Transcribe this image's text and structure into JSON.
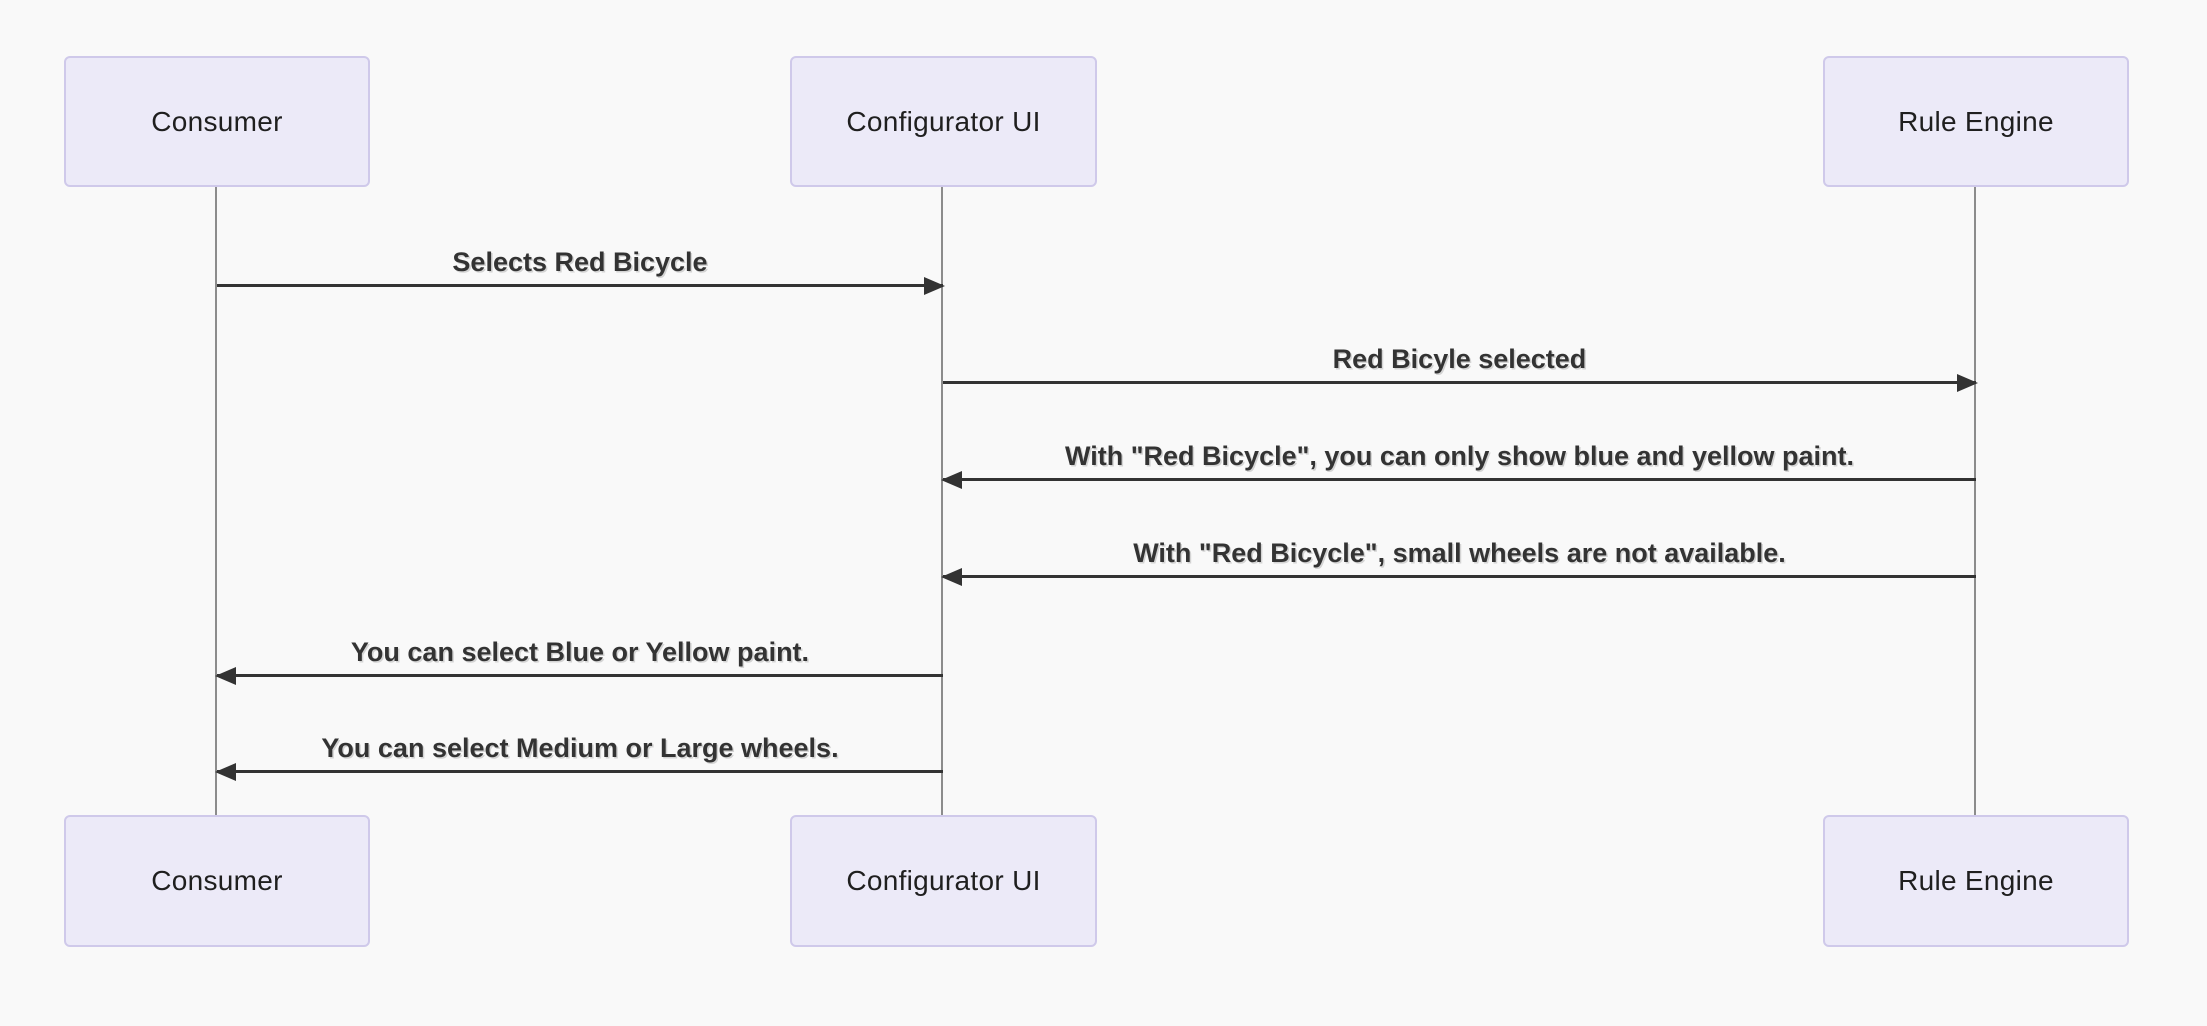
{
  "diagram": {
    "type": "sequence-diagram",
    "colors": {
      "background": "#f9f9f9",
      "actor_fill": "#eceaf8",
      "actor_border": "#cfc9ea",
      "message": "#333333",
      "lifeline": "#8c8c8c"
    },
    "actors": [
      {
        "id": "consumer",
        "label": "Consumer"
      },
      {
        "id": "configurator-ui",
        "label": "Configurator UI"
      },
      {
        "id": "rule-engine",
        "label": "Rule Engine"
      }
    ],
    "messages": [
      {
        "from": "Consumer",
        "to": "Configurator UI",
        "direction": "right",
        "label": "Selects Red Bicycle"
      },
      {
        "from": "Configurator UI",
        "to": "Rule Engine",
        "direction": "right",
        "label": "Red Bicyle selected"
      },
      {
        "from": "Rule Engine",
        "to": "Configurator UI",
        "direction": "left",
        "label": "With \"Red Bicycle\", you can only show blue and yellow paint."
      },
      {
        "from": "Rule Engine",
        "to": "Configurator UI",
        "direction": "left",
        "label": "With \"Red Bicycle\", small wheels are not available."
      },
      {
        "from": "Configurator UI",
        "to": "Consumer",
        "direction": "left",
        "label": "You can select Blue or Yellow paint."
      },
      {
        "from": "Configurator UI",
        "to": "Consumer",
        "direction": "left",
        "label": "You can select Medium or Large wheels."
      }
    ]
  }
}
